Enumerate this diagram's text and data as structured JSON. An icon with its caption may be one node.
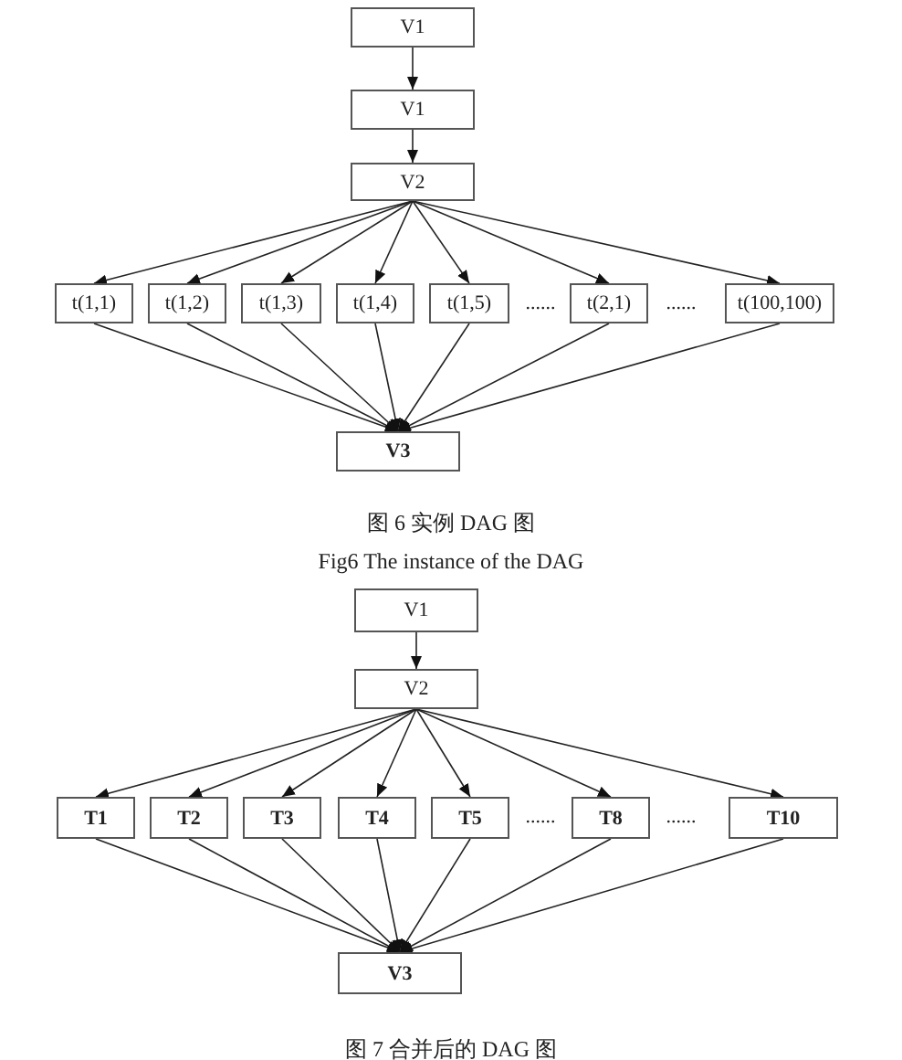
{
  "diagram": {
    "nodes": [
      {
        "text": [
          "V1"
        ]
      },
      {
        "text": [
          "V1"
        ]
      },
      {
        "text": [
          "V2"
        ]
      },
      {
        "text": [
          "t(1,1)"
        ]
      },
      {
        "text": [
          "t(1,2)"
        ]
      },
      {
        "text": [
          "t(1,3)"
        ]
      },
      {
        "text": [
          "t(1,4)"
        ]
      },
      {
        "text": [
          "t(1,5)"
        ]
      },
      {
        "text": [
          "t(2,1)"
        ]
      },
      {
        "text": [
          "t(100,100)"
        ]
      },
      {
        "text": [
          "V3"
        ]
      },
      {
        "text": [
          "V1"
        ]
      },
      {
        "text": [
          "V2"
        ]
      },
      {
        "text": [
          "T1"
        ]
      },
      {
        "text": [
          "T2"
        ]
      },
      {
        "text": [
          "T3"
        ]
      },
      {
        "text": [
          "T4"
        ]
      },
      {
        "text": [
          "T5"
        ]
      },
      {
        "text": [
          "T8"
        ]
      },
      {
        "text": [
          "T10"
        ]
      },
      {
        "text": [
          "V3"
        ]
      }
    ],
    "edges": [
      {
        "from": 0,
        "to": 1,
        "arrow": "to"
      },
      {
        "from": 1,
        "to": 2,
        "arrow": "to"
      },
      {
        "from": 2,
        "to": 3,
        "arrow": "to"
      },
      {
        "from": 2,
        "to": 4,
        "arrow": "to"
      },
      {
        "from": 2,
        "to": 5,
        "arrow": "to"
      },
      {
        "from": 2,
        "to": 6,
        "arrow": "to"
      },
      {
        "from": 2,
        "to": 7,
        "arrow": "to"
      },
      {
        "from": 2,
        "to": 8,
        "arrow": "to"
      },
      {
        "from": 2,
        "to": 9,
        "arrow": "to"
      },
      {
        "from": 3,
        "to": 10,
        "arrow": "to"
      },
      {
        "from": 4,
        "to": 10,
        "arrow": "to"
      },
      {
        "from": 5,
        "to": 10,
        "arrow": "to"
      },
      {
        "from": 6,
        "to": 10,
        "arrow": "to"
      },
      {
        "from": 7,
        "to": 10,
        "arrow": "to"
      },
      {
        "from": 8,
        "to": 10,
        "arrow": "to"
      },
      {
        "from": 9,
        "to": 10,
        "arrow": "to"
      },
      {
        "from": 11,
        "to": 12,
        "arrow": "to"
      },
      {
        "from": 12,
        "to": 13,
        "arrow": "to"
      },
      {
        "from": 12,
        "to": 14,
        "arrow": "to"
      },
      {
        "from": 12,
        "to": 15,
        "arrow": "to"
      },
      {
        "from": 12,
        "to": 16,
        "arrow": "to"
      },
      {
        "from": 12,
        "to": 17,
        "arrow": "to"
      },
      {
        "from": 12,
        "to": 18,
        "arrow": "to"
      },
      {
        "from": 12,
        "to": 19,
        "arrow": "to"
      },
      {
        "from": 13,
        "to": 20,
        "arrow": "to"
      },
      {
        "from": 14,
        "to": 20,
        "arrow": "to"
      },
      {
        "from": 15,
        "to": 20,
        "arrow": "to"
      },
      {
        "from": 16,
        "to": 20,
        "arrow": "to"
      },
      {
        "from": 17,
        "to": 20,
        "arrow": "to"
      },
      {
        "from": 18,
        "to": 20,
        "arrow": "to"
      },
      {
        "from": 19,
        "to": 20,
        "arrow": "to"
      }
    ],
    "labels": [
      "......",
      "......",
      "图 6 实例 DAG 图",
      "Fig6 The instance of the DAG",
      "......",
      "......",
      "图 7 合并后的 DAG 图"
    ]
  }
}
